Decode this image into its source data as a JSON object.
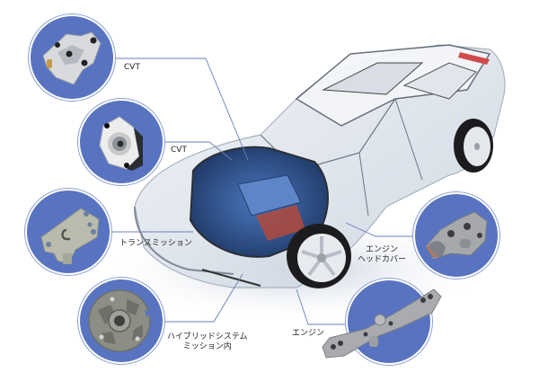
{
  "illustration": {
    "subject": "transparent-car-cutaway",
    "accent_color": "#5873c0",
    "line_color": "#6b7fb8"
  },
  "callouts": [
    {
      "id": "cvt-1",
      "label": "CVT",
      "part": "cvt-housing-part"
    },
    {
      "id": "cvt-2",
      "label": "CVT",
      "part": "cvt-flange-part"
    },
    {
      "id": "transmission",
      "label": "トランスミッション",
      "part": "transmission-plate-part"
    },
    {
      "id": "hybrid",
      "label_line1": "ハイブリッドシステム",
      "label_line2": "ミッション内",
      "part": "hybrid-disc-part"
    },
    {
      "id": "engine-head-cover",
      "label_line1": "エンジン",
      "label_line2": "ヘッドカバー",
      "part": "engine-head-cover-part"
    },
    {
      "id": "engine",
      "label": "エンジン",
      "part": "engine-manifold-part"
    }
  ]
}
